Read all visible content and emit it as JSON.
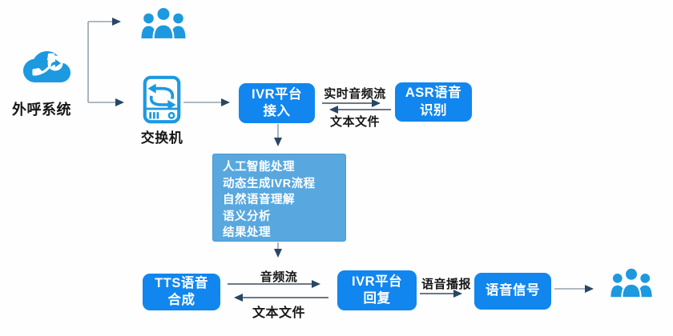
{
  "diagram": {
    "colors": {
      "node_blue": "#1186ee",
      "panel_blue": "#58a8df",
      "icon_blue": "#1d99e0",
      "arrowhead_navy": "#274764",
      "line_gray": "#98a2ab",
      "line_dark": "#5a6570",
      "label_black": "#161616"
    },
    "nodes": {
      "outbound_system": {
        "label": "外呼系统"
      },
      "switch": {
        "label": "交换机"
      },
      "ivr_access": {
        "line1": "IVR平台",
        "line2": "接入"
      },
      "asr": {
        "line1": "ASR语音",
        "line2": "识别"
      },
      "ai_panel": {
        "lines": [
          "人工智能处理",
          "动态生成IVR流程",
          "自然语音理解",
          "语义分析",
          "结果处理"
        ]
      },
      "tts": {
        "line1": "TTS语音",
        "line2": "合成"
      },
      "ivr_reply": {
        "line1": "IVR平台",
        "line2": "回复"
      },
      "voice_signal": {
        "label": "语音信号"
      }
    },
    "edge_labels": {
      "realtime_audio_stream": "实时音频流",
      "text_file_top": "文本文件",
      "audio_stream": "音频流",
      "text_file_bottom": "文本文件",
      "voice_broadcast": "语音播报"
    },
    "icons": {
      "outbound": "cloud-phone-icon",
      "customers_top": "people-group-icon",
      "switch": "network-switch-icon",
      "customers_bottom": "people-group-icon"
    }
  }
}
